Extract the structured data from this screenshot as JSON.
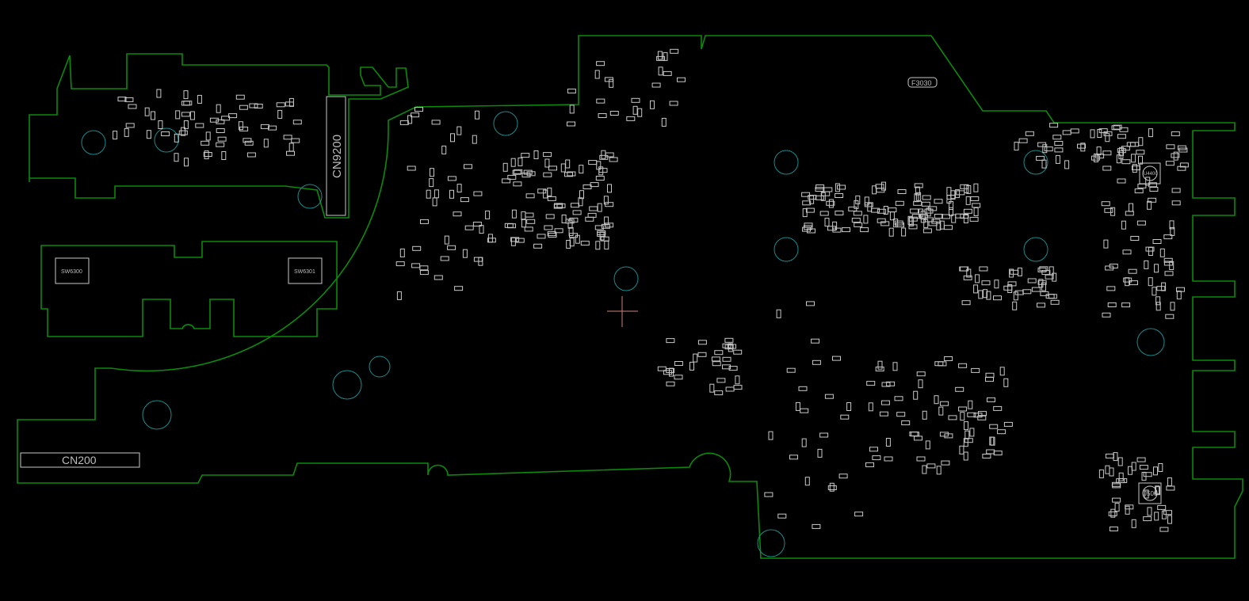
{
  "view": {
    "background": "#000000",
    "outline_color": "#0b8a0b",
    "component_color": "#c8c8c8",
    "hole_color": "#1a8c8c",
    "cursor_color": "#d08080"
  },
  "labels": {
    "cn9200": "CN9200",
    "cn200": "CN200",
    "sw6300": "SW6300",
    "sw6301": "SW6301",
    "f3030": "F3030",
    "u4400": "U4400",
    "j500": "J500"
  }
}
